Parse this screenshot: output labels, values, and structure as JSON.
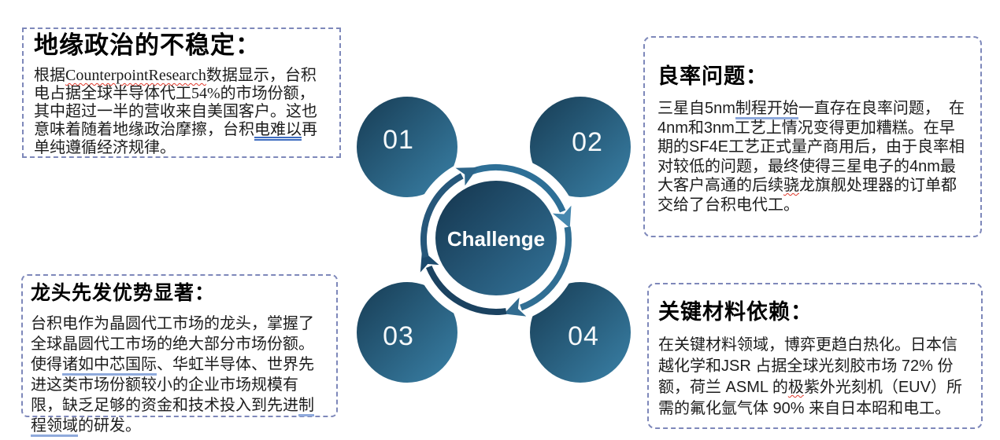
{
  "diagram": {
    "center_label": "Challenge",
    "nodes": [
      {
        "number": "01"
      },
      {
        "number": "02"
      },
      {
        "number": "03"
      },
      {
        "number": "04"
      }
    ],
    "colors": {
      "circle_gradient_start": "#173C54",
      "circle_gradient_end": "#3A81A7",
      "center_gradient_start": "#14344C",
      "center_gradient_end": "#337399",
      "ring": "#FFFFFF",
      "arc_top": "#2E6F96",
      "arc_right": "#306E93",
      "arc_bottom": "#1B4260",
      "arc_left": "#26577A",
      "arrow_top_right": "#4587AE",
      "arrow_bottom_right": "#336C90",
      "arrow_bottom_left": "#1C4A6D",
      "arrow_top_left": "#2D6589",
      "box_border": "#7E88BA"
    }
  },
  "boxes": [
    {
      "id": "geopolitical-instability",
      "title": "地缘政治的不稳定：",
      "segments": [
        {
          "text": "根据",
          "style": "normal"
        },
        {
          "text": "CounterpointResearch",
          "style": "spellcheck-red-wavy"
        },
        {
          "text": "数据显示，台积电占据全球半导体代工54%的市场份额，其中超过一半的营收来自美国客户。这也意味着随着地缘政治摩擦，台积",
          "style": "normal"
        },
        {
          "text": "电难以",
          "style": "grammar-blue-double"
        },
        {
          "text": "再单纯遵循经济规律。",
          "style": "normal"
        }
      ]
    },
    {
      "id": "yield-problem",
      "title": "良率问题：",
      "segments": [
        {
          "text": "三星自5nm",
          "style": "normal"
        },
        {
          "text": "制程开始",
          "style": "proofing-blue-underline"
        },
        {
          "text": "一直存在良率问题，  在4nm和3nm工艺上情况变得更加糟糕。在早期的SF4E工艺正式量产商用后，由于良率相对较低的问题，最终使得三星电子的4nm最大客户高通的后续",
          "style": "normal"
        },
        {
          "text": "骁",
          "style": "spellcheck-red-wavy"
        },
        {
          "text": "龙旗舰处理器的订单都交给了台积电代工。",
          "style": "normal"
        }
      ]
    },
    {
      "id": "leader-first-mover-advantage",
      "title": "龙头先发优势显著：",
      "segments": [
        {
          "text": "台积电作为晶圆代工市场的龙头，掌握了全球晶圆代工市场的绝大部分市场份额。使得",
          "style": "normal"
        },
        {
          "text": "诸如中芯国际",
          "style": "proofing-blue-underline"
        },
        {
          "text": "、华虹半导体、世界先进这类市场份额较小的企业市场规模有限，缺乏足够的资金和技术投入到先进",
          "style": "normal"
        },
        {
          "text": "制程领域",
          "style": "proofing-blue-underline"
        },
        {
          "text": "的研发。",
          "style": "normal"
        }
      ]
    },
    {
      "id": "key-materials-dependence",
      "title": "关键材料依赖：",
      "segments": [
        {
          "text": "在关键材料领域，博弈更趋白热化。日本信越化学和JSR 占据全球光刻胶市场 72% 份额，荷兰 ASML 的",
          "style": "normal"
        },
        {
          "text": "极",
          "style": "spellcheck-red-wavy"
        },
        {
          "text": "紫外光刻机（EUV）所需的氟化氩气体 90% 来自日本昭和电工。",
          "style": "normal"
        }
      ]
    }
  ]
}
